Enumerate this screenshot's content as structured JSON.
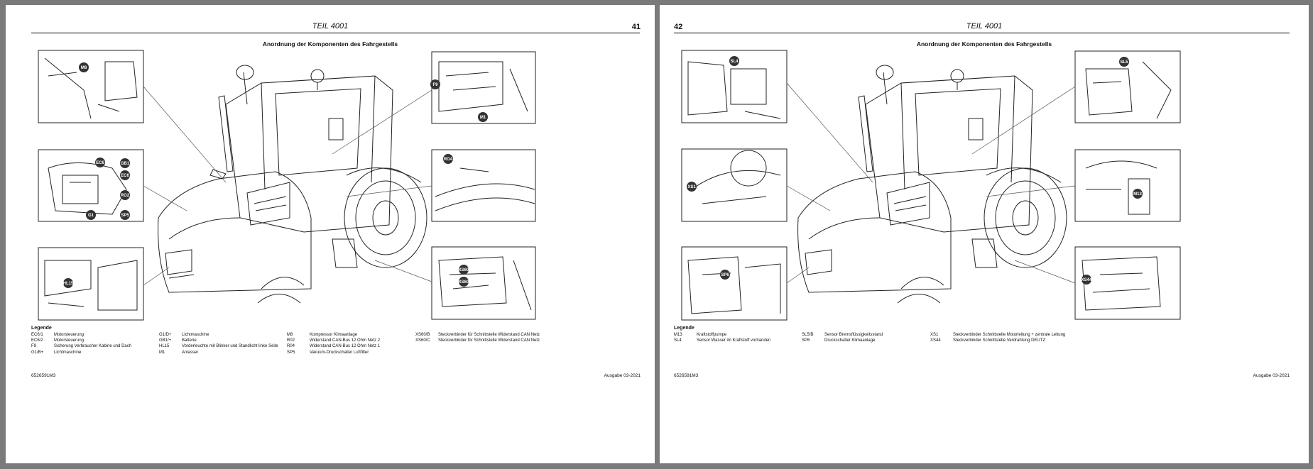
{
  "pages": [
    {
      "header_title": "TEIL 4001",
      "page_number": "41",
      "subtitle": "Anordnung der Komponenten des Fahrgestells",
      "callouts": [
        "M8",
        "F9",
        "M1",
        "HL15",
        "EC6",
        "GB1",
        "EC6",
        "RO2",
        "SP5",
        "RO4",
        "G1",
        "XS60",
        "XS60"
      ],
      "legend_title": "Legende",
      "legend_columns": [
        [
          {
            "code": "EC6/1",
            "desc": "Motorsteuerung"
          },
          {
            "code": "EC6/2",
            "desc": "Motorsteuerung"
          },
          {
            "code": "F9",
            "desc": "Sicherung Verbraucher Kabine und Dach"
          },
          {
            "code": "G1/B+",
            "desc": "Lichtmaschine"
          }
        ],
        [
          {
            "code": "G1/D+",
            "desc": "Lichtmaschine"
          },
          {
            "code": "GB1/+",
            "desc": "Batterie"
          },
          {
            "code": "HL15",
            "desc": "Vorderleuchte mit Blinker und Standlicht linke Seite"
          },
          {
            "code": "M1",
            "desc": "Anlasser"
          }
        ],
        [
          {
            "code": "M8",
            "desc": "Kompressor Klimaanlage"
          },
          {
            "code": "R02",
            "desc": "Widerstand CAN-Bus 12 Ohm Netz 2"
          },
          {
            "code": "R04",
            "desc": "Widerstand CAN-Bus 12 Ohm Netz 1"
          },
          {
            "code": "SP5",
            "desc": "Vakuum-Druckschalter Luftfilter"
          }
        ],
        [
          {
            "code": "XS60/B",
            "desc": "Steckverbinder für Schnittstelle Widerstand CAN Netz"
          },
          {
            "code": "XS60/C",
            "desc": "Steckverbinder für Schnittstelle Widerstand CAN Netz"
          }
        ]
      ],
      "footer_left": "6526591M3",
      "footer_right": "Ausgabe 03-2021"
    },
    {
      "header_title": "TEIL 4001",
      "page_number": "42",
      "subtitle": "Anordnung der Komponenten des Fahrgestells",
      "callouts": [
        "SL4",
        "XS1",
        "SP6",
        "SL5",
        "M13",
        "XS44"
      ],
      "legend_title": "Legende",
      "legend_columns": [
        [
          {
            "code": "M13",
            "desc": "Kraftstoffpumpe"
          },
          {
            "code": "SL4",
            "desc": "Sensor Wasser im Kraftstoff vorhanden"
          }
        ],
        [
          {
            "code": "SL5/B",
            "desc": "Sensor Bremsflüssigkeitsstand"
          },
          {
            "code": "SP6",
            "desc": "Druckschalter Klimaanlage"
          }
        ],
        [
          {
            "code": "XS1",
            "desc": "Steckverbinder Schnittstelle Motorleitung + zentrale Leitung"
          },
          {
            "code": "XS44",
            "desc": "Steckverbinder Schnittstelle Verdrahtung DEUTZ"
          }
        ]
      ],
      "footer_left": "6526591M3",
      "footer_right": "Ausgabe 03-2021"
    }
  ]
}
